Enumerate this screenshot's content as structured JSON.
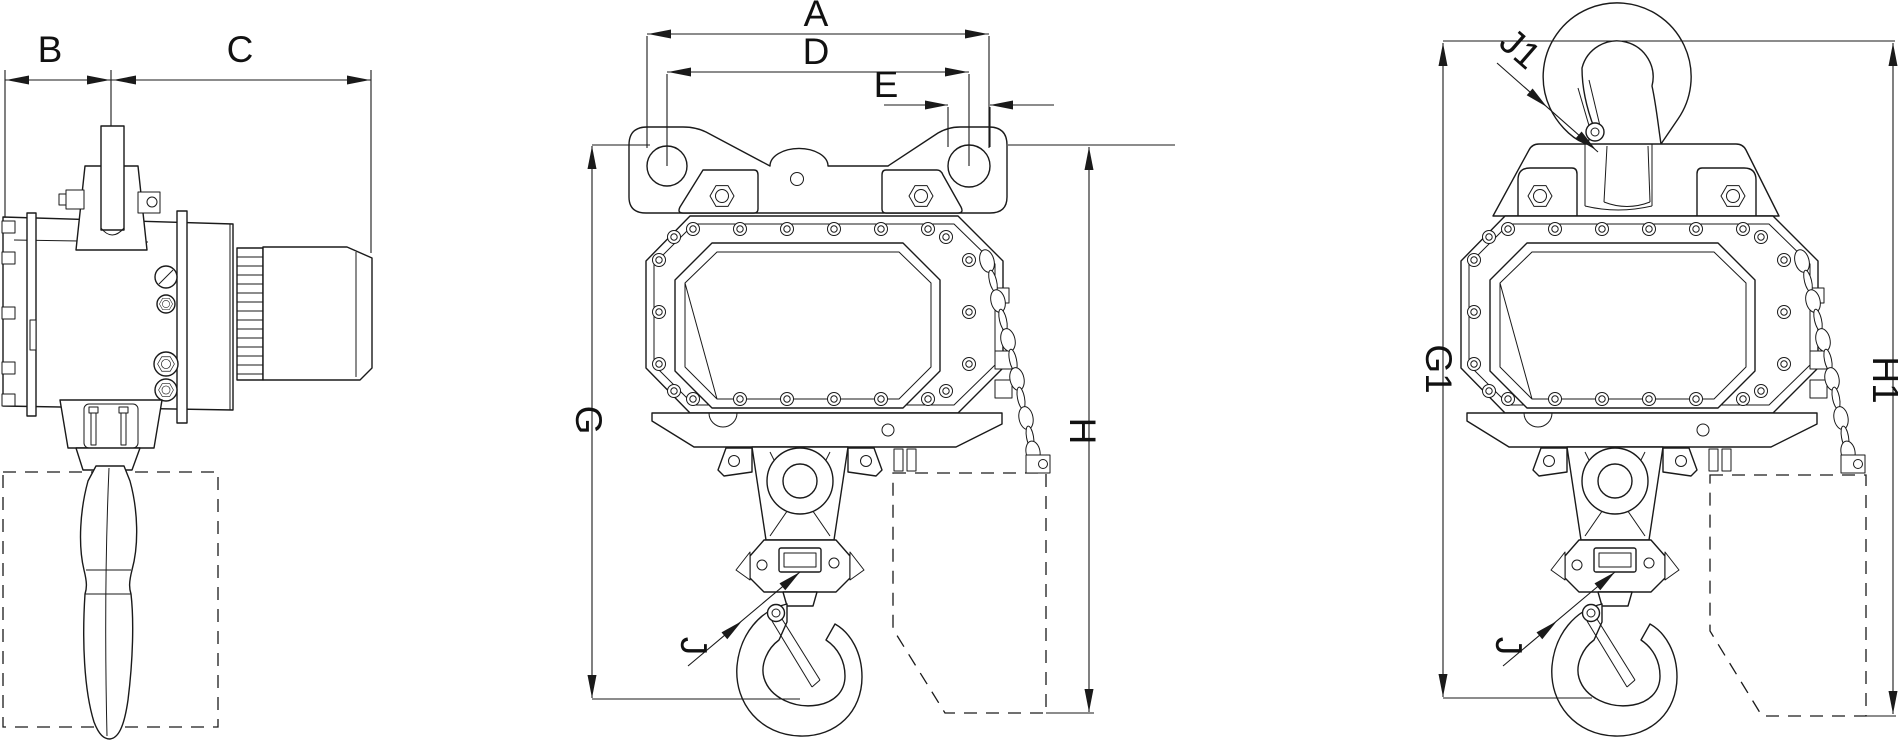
{
  "drawing": {
    "type": "engineering-dimension-drawing",
    "subject": "chain hoist, three orthographic views with dimension letters",
    "colors": {
      "line": "#1a1a1a",
      "background": "#ffffff"
    },
    "views": {
      "side": {
        "dims": {
          "b": "B",
          "c": "C"
        }
      },
      "front_lug": {
        "dims": {
          "a": "A",
          "d": "D",
          "e": "E",
          "g": "G",
          "h": "H",
          "j": "J"
        }
      },
      "front_hook": {
        "dims": {
          "g1": "G1",
          "h1": "H1",
          "j1": "J1",
          "j": "J"
        }
      }
    }
  }
}
